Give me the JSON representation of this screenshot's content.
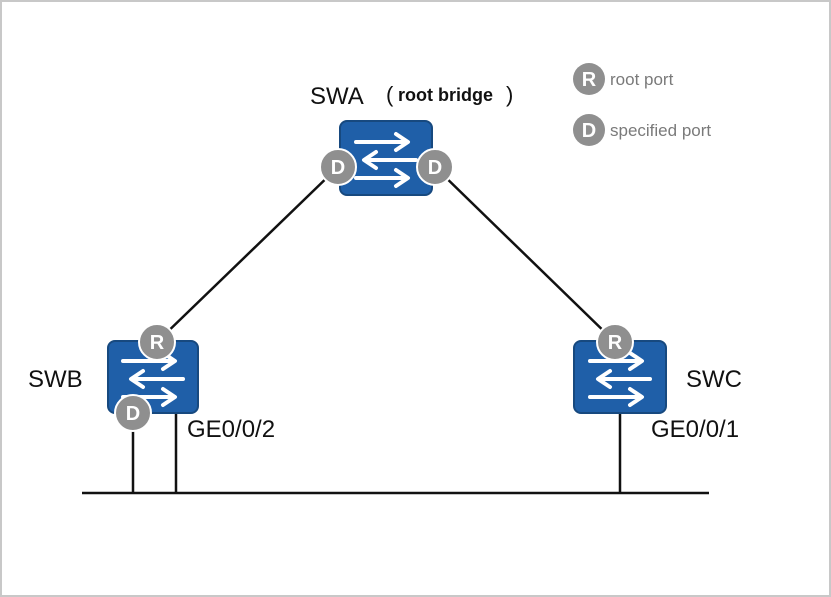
{
  "colors": {
    "switch_fill": "#1f5fa8",
    "switch_border": "#17497f",
    "badge_fill": "#8f8f8f",
    "link": "#111111",
    "frame": "#c8c8c8"
  },
  "devices": {
    "swa": {
      "name": "SWA",
      "note": "root bridge",
      "icon": "switch-icon"
    },
    "swb": {
      "name": "SWB",
      "icon": "switch-icon"
    },
    "swc": {
      "name": "SWC",
      "icon": "switch-icon"
    }
  },
  "ports": {
    "swb_lan": "GE0/0/2",
    "swc_lan": "GE0/0/1"
  },
  "badges": {
    "root": "R",
    "designated": "D"
  },
  "legend": {
    "root_badge": "R",
    "root_label": "root port",
    "designated_badge": "D",
    "designated_label": "specified port"
  }
}
